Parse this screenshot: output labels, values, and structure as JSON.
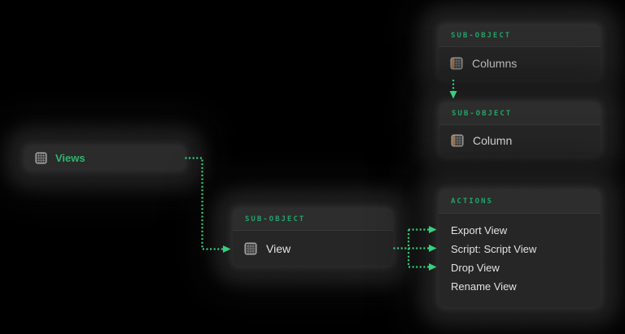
{
  "page": {
    "background": "#000000"
  },
  "palette": {
    "card_bg": "#262626",
    "card_header_bg": "#2d2d2d",
    "views_card_bg": "#2b2b2b",
    "header_label_green": "#26a269",
    "views_label_green": "#2db46b",
    "connector_green": "#35d17e",
    "item_text": "#e2e2e2",
    "icon_gray": "#a8a8a8",
    "icon_orange": "#c0762f"
  },
  "nodes": {
    "views": {
      "label": "Views",
      "icon": "table-grid-icon"
    },
    "view": {
      "header": "SUB-OBJECT",
      "label": "View",
      "icon": "table-grid-icon"
    },
    "columns": {
      "header": "SUB-OBJECT",
      "label": "Columns",
      "icon": "table-column-icon"
    },
    "column": {
      "header": "SUB-OBJECT",
      "label": "Column",
      "icon": "table-column-icon"
    },
    "actions": {
      "header": "ACTIONS",
      "items": [
        "Export View",
        "Script: Script View",
        "Drop View",
        "Rename View"
      ]
    }
  },
  "connectors": [
    {
      "from": "views",
      "to": "view",
      "style": "dotted-arrow"
    },
    {
      "from": "view",
      "to": "actions:Export View",
      "style": "dotted-arrow"
    },
    {
      "from": "view",
      "to": "actions:Script: Script View",
      "style": "dotted-arrow"
    },
    {
      "from": "view",
      "to": "actions:Drop View",
      "style": "dotted-arrow"
    },
    {
      "from": "columns",
      "to": "column",
      "style": "dotted-arrow"
    }
  ]
}
